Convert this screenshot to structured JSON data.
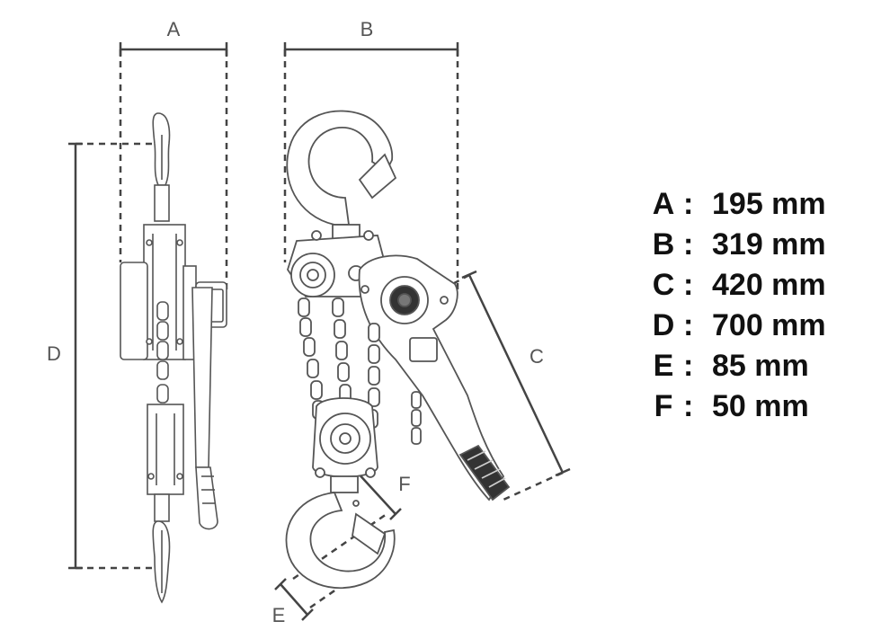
{
  "dimension_labels": {
    "a": "A",
    "b": "B",
    "c": "C",
    "d": "D",
    "e": "E",
    "f": "F"
  },
  "specs": [
    {
      "letter": "A",
      "separator": ":",
      "value": "195 mm"
    },
    {
      "letter": "B",
      "separator": ":",
      "value": "319 mm"
    },
    {
      "letter": "C",
      "separator": ":",
      "value": "420 mm"
    },
    {
      "letter": "D",
      "separator": ":",
      "value": "700 mm"
    },
    {
      "letter": "E",
      "separator": ":",
      "value": "85 mm"
    },
    {
      "letter": "F",
      "separator": ":",
      "value": "50 mm"
    }
  ]
}
